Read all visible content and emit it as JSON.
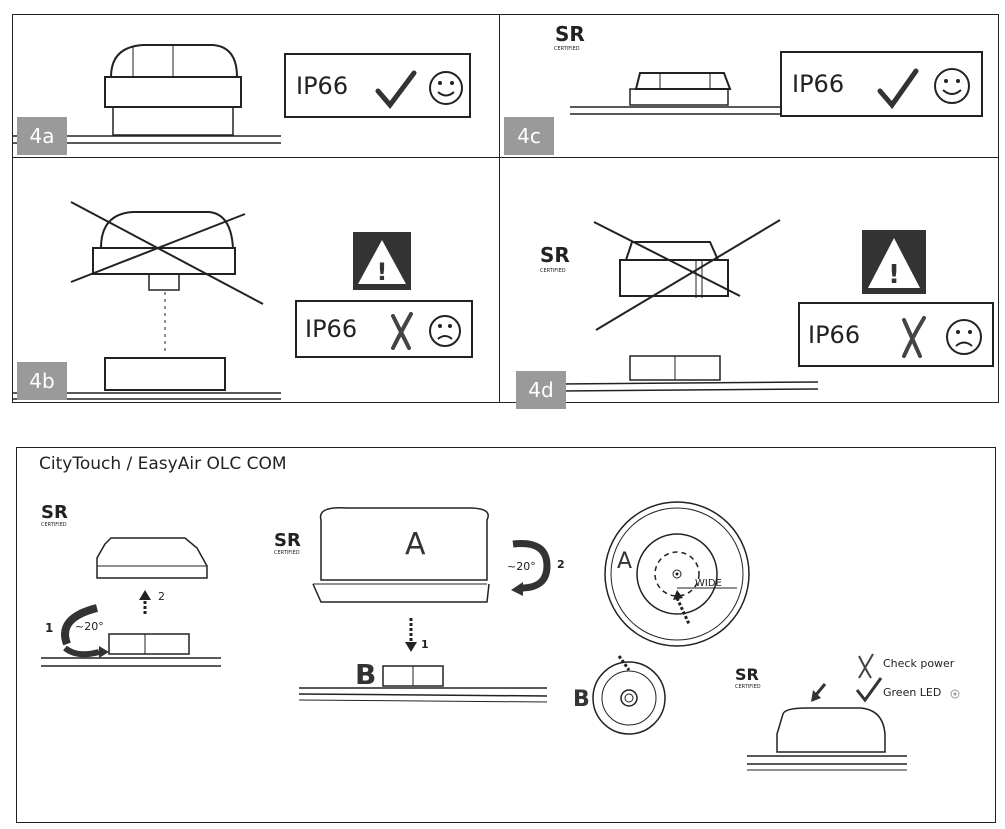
{
  "top_panels": [
    {
      "id": "4a",
      "tag": "4a",
      "rating": "IP66",
      "status": "ok",
      "mark": "check-icon",
      "face": "smiley-icon",
      "logo": false,
      "crossed": false
    },
    {
      "id": "4c",
      "tag": "4c",
      "rating": "IP66",
      "status": "ok",
      "mark": "check-icon",
      "face": "smiley-icon",
      "logo": true,
      "crossed": false
    },
    {
      "id": "4b",
      "tag": "4b",
      "rating": "IP66",
      "status": "fail",
      "mark": "x-icon",
      "face": "frown-icon",
      "logo": false,
      "crossed": true,
      "warning": "!"
    },
    {
      "id": "4d",
      "tag": "4d",
      "rating": "IP66",
      "status": "fail",
      "mark": "x-icon",
      "face": "frown-icon",
      "logo": true,
      "crossed": true,
      "warning": "!"
    }
  ],
  "bottom": {
    "title": "CityTouch / EasyAir  OLC COM",
    "step_left": {
      "step1": "1",
      "step2": "2",
      "angle": "~20°"
    },
    "step_center": {
      "label_a": "A",
      "label_b": "B",
      "step1": "1",
      "step2": "2",
      "angle": "~20°"
    },
    "step_right": {
      "label_a": "A",
      "label_b": "B",
      "wide": "WIDE"
    },
    "status": {
      "check_power": "Check power",
      "green_led": "Green LED"
    }
  },
  "colors": {
    "tag_bg": "#9a9a9a",
    "line": "#222222",
    "warning_bg": "#333333"
  }
}
